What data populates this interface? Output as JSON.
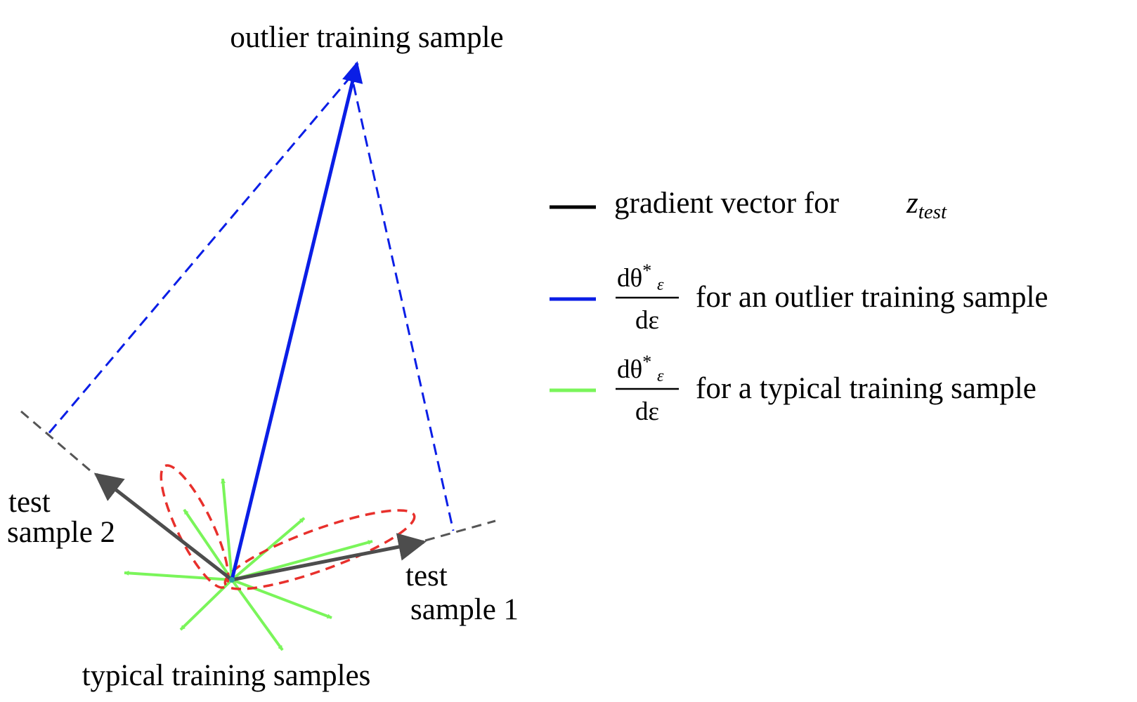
{
  "labels": {
    "outlier": "outlier training sample",
    "typical": "typical training samples",
    "test2_line1": "test",
    "test2_line2": "sample 2",
    "test1_line1": "test",
    "test1_line2": "sample 1"
  },
  "legend": {
    "gradient_text": "gradient vector for",
    "gradient_math_base": "z",
    "gradient_math_sub": "test",
    "frac_num": "dθ",
    "frac_sup": "*",
    "frac_sub": "ε",
    "frac_den": "dε",
    "outlier_text": "for an outlier training sample",
    "typical_text": "for a typical training sample"
  },
  "colors": {
    "gradient": "#000000",
    "outlier": "#0a1ee6",
    "typical": "#7af55a",
    "cluster": "#e8302c",
    "test_arrow": "#4d4d4d",
    "axis_dash": "#555555"
  }
}
